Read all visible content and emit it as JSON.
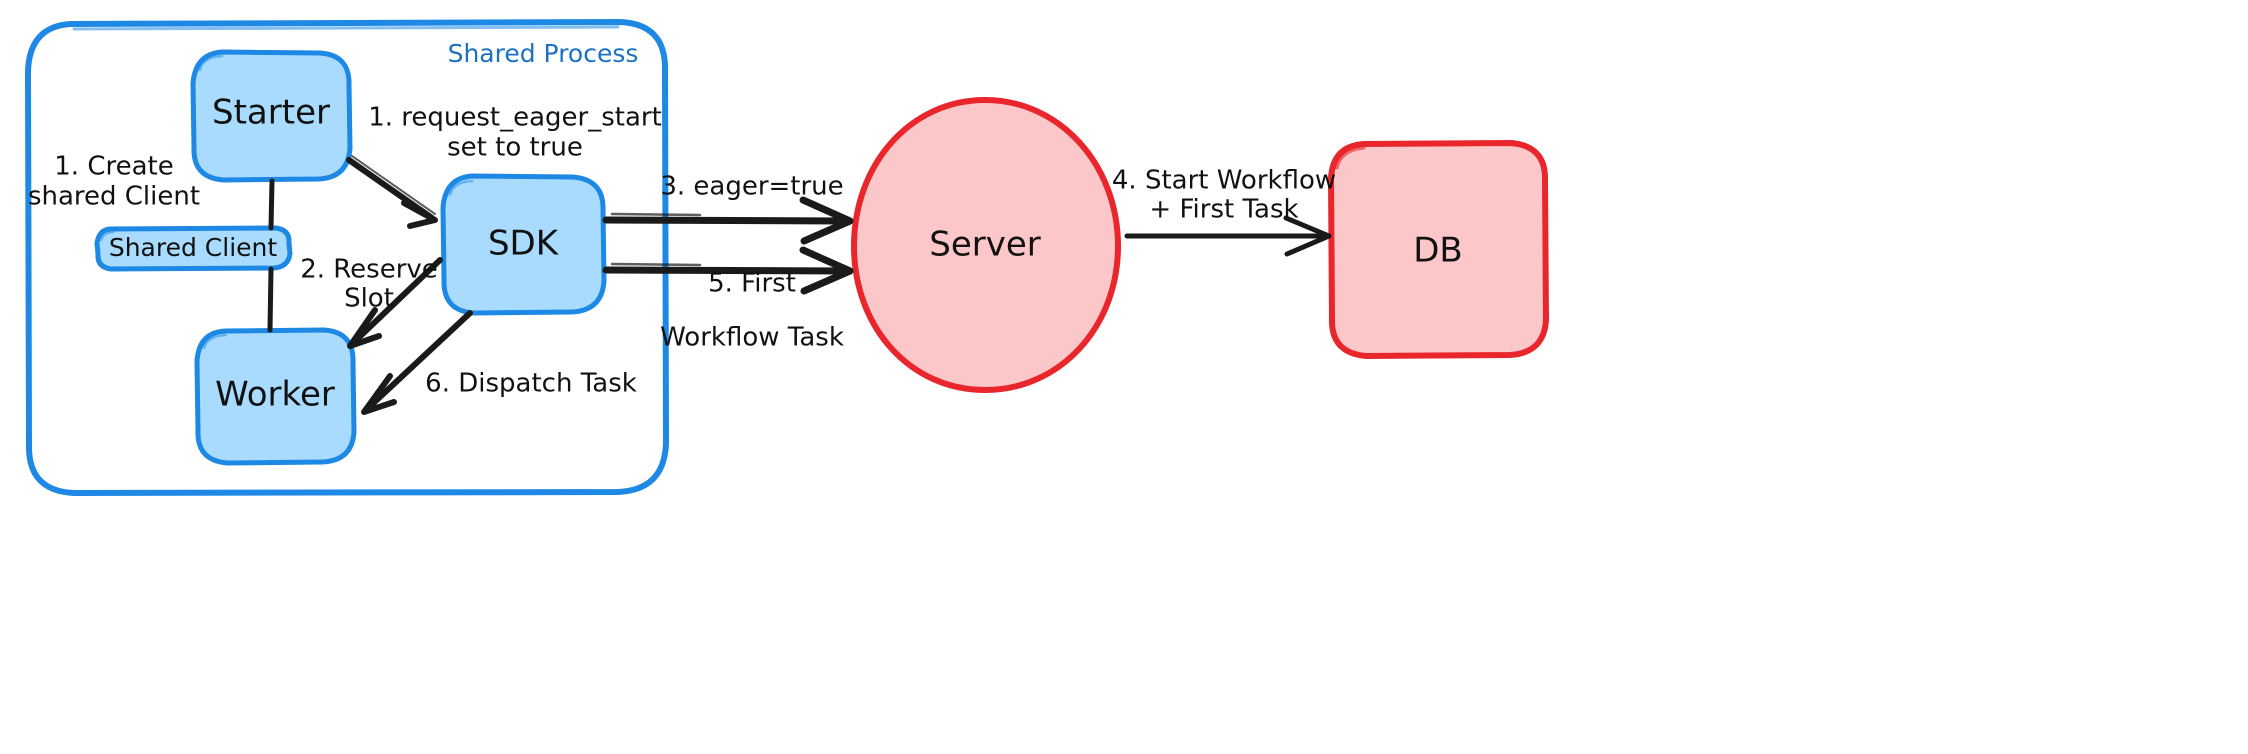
{
  "diagram": {
    "title": "Eager Workflow Start — Shared Process",
    "type": "flow-diagram",
    "background": "#ffffff",
    "palette": {
      "blue_fill": "#a8dbfd",
      "blue_stroke": "#1e88e5",
      "red_fill": "#fcc7c8",
      "red_stroke": "#e8262b",
      "arrow": "#1a1a1a",
      "text": "#111111",
      "group_label_text": "#1b72c4"
    }
  },
  "groups": [
    {
      "id": "shared-process",
      "label": "Shared Process",
      "shape": "rounded-rect",
      "stroke": "#1e88e5"
    }
  ],
  "nodes": [
    {
      "id": "starter",
      "label": "Starter",
      "shape": "rounded-rect",
      "fill": "#a8dbfd",
      "stroke": "#1e88e5"
    },
    {
      "id": "shared-client",
      "label": "Shared Client",
      "shape": "rounded-rect",
      "fill": "#a8dbfd",
      "stroke": "#1e88e5"
    },
    {
      "id": "worker",
      "label": "Worker",
      "shape": "rounded-rect",
      "fill": "#a8dbfd",
      "stroke": "#1e88e5"
    },
    {
      "id": "sdk",
      "label": "SDK",
      "shape": "rounded-rect",
      "fill": "#a8dbfd",
      "stroke": "#1e88e5"
    },
    {
      "id": "server",
      "label": "Server",
      "shape": "ellipse",
      "fill": "#fcc7c8",
      "stroke": "#e8262b"
    },
    {
      "id": "db",
      "label": "DB",
      "shape": "rounded-rect",
      "fill": "#fcc7c8",
      "stroke": "#e8262b"
    }
  ],
  "edges": [
    {
      "id": "edge-create-shared-client",
      "from": "starter",
      "to": "worker",
      "via": "shared-client",
      "arrowhead": false,
      "label_lines": [
        "1. Create",
        "shared Client"
      ]
    },
    {
      "id": "edge-request-eager-start",
      "from": "starter",
      "to": "sdk",
      "arrowhead": true,
      "label_lines": [
        "1. request_eager_start",
        "set to true"
      ]
    },
    {
      "id": "edge-reserve-slot",
      "from": "sdk",
      "to": "worker",
      "arrowhead": true,
      "label_lines": [
        "2. Reserve",
        "Slot"
      ]
    },
    {
      "id": "edge-eager-true",
      "from": "sdk",
      "to": "server",
      "arrowhead": true,
      "label_lines": [
        "3. eager=true"
      ]
    },
    {
      "id": "edge-start-workflow",
      "from": "server",
      "to": "db",
      "arrowhead": true,
      "label_lines": [
        "4. Start Workflow",
        "+ First Task"
      ]
    },
    {
      "id": "edge-first-workflow-task",
      "from": "sdk",
      "to": "server",
      "arrowhead": true,
      "label_lines": [
        "5. First",
        "Workflow Task"
      ]
    },
    {
      "id": "edge-dispatch-task",
      "from": "sdk",
      "to": "worker",
      "arrowhead": true,
      "label_lines": [
        "6. Dispatch Task"
      ]
    }
  ],
  "labels": {
    "shared_process": "Shared Process",
    "starter": "Starter",
    "shared_client": "Shared Client",
    "worker": "Worker",
    "sdk": "SDK",
    "server": "Server",
    "db": "DB",
    "create_shared_client_l1": "1. Create",
    "create_shared_client_l2": "shared Client",
    "request_eager_start_l1": "1. request_eager_start",
    "request_eager_start_l2": "set to true",
    "reserve_slot_l1": "2. Reserve",
    "reserve_slot_l2": "Slot",
    "eager_true": "3. eager=true",
    "start_workflow_l1": "4. Start Workflow",
    "start_workflow_l2": "+ First Task",
    "first_workflow_task_l1": "5. First",
    "first_workflow_task_l2": "Workflow Task",
    "dispatch_task": "6. Dispatch Task"
  }
}
